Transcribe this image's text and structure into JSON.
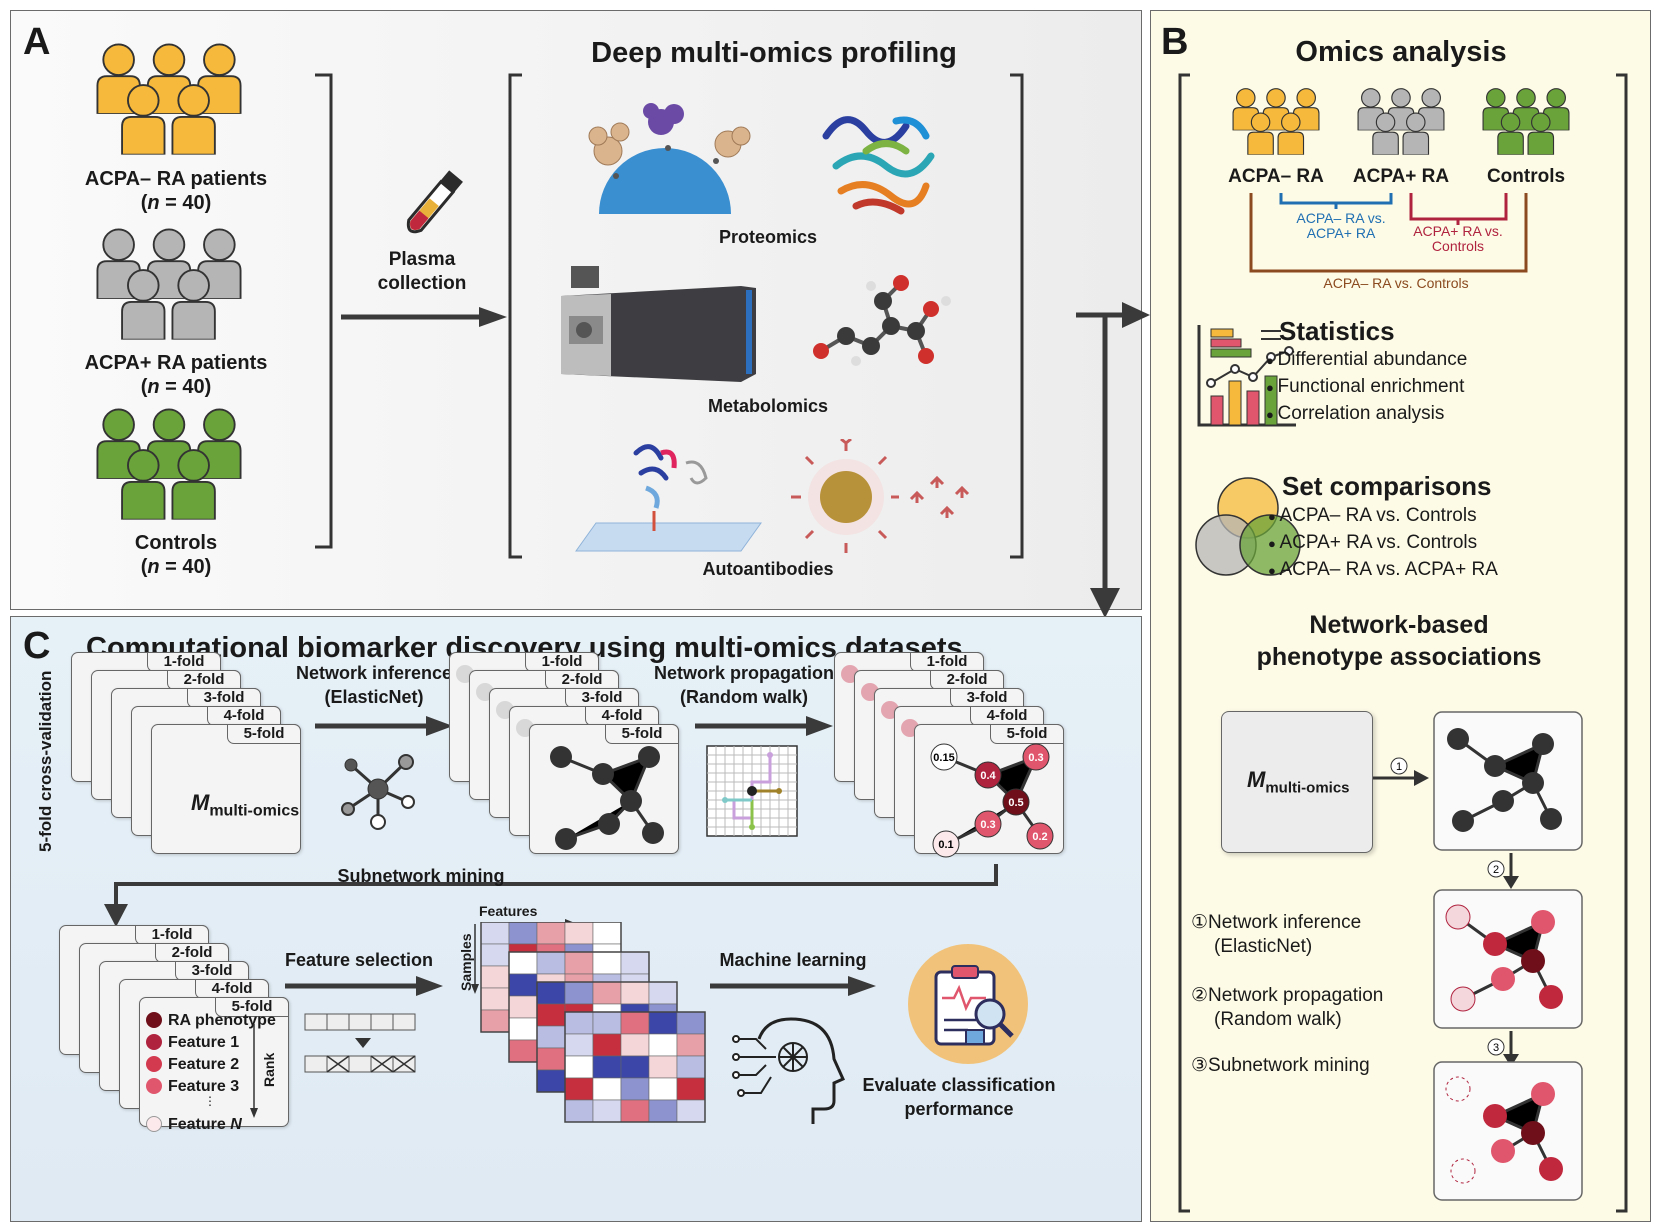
{
  "panelA": {
    "letter": "A",
    "groups": [
      {
        "label": "ACPA– RA patients",
        "n_prefix": "(",
        "n_var": "n",
        "n_value": " = 40)",
        "color": "#f6b93b"
      },
      {
        "label": "ACPA+ RA patients",
        "n_prefix": "(",
        "n_var": "n",
        "n_value": " = 40)",
        "color": "#b5b5b5"
      },
      {
        "label": "Controls",
        "n_prefix": "(",
        "n_var": "n",
        "n_value": " = 40)",
        "color": "#6aa33a"
      }
    ],
    "plasma_line1": "Plasma",
    "plasma_line2": "collection",
    "profiling_title": "Deep multi-omics profiling",
    "omics": [
      "Proteomics",
      "Metabolomics",
      "Autoantibodies"
    ]
  },
  "panelB": {
    "letter": "B",
    "title": "Omics analysis",
    "groups": [
      "ACPA– RA",
      "ACPA+ RA",
      "Controls"
    ],
    "comparisons": [
      {
        "line1": "ACPA– RA vs.",
        "line2": "ACPA+ RA",
        "color": "#1f6fb2"
      },
      {
        "line1": "ACPA+ RA vs.",
        "line2": "Controls",
        "color": "#b0233f"
      },
      {
        "line1": "ACPA– RA vs. Controls",
        "line2": "",
        "color": "#8b4a1f"
      }
    ],
    "statistics": {
      "title": "Statistics",
      "items": [
        "Differential abundance",
        "Functional enrichment",
        "Correlation analysis"
      ]
    },
    "sets": {
      "title": "Set comparisons",
      "items": [
        "ACPA– RA vs. Controls",
        "ACPA+ RA vs. Controls",
        "ACPA– RA vs. ACPA+ RA"
      ]
    },
    "network": {
      "title_line1": "Network-based",
      "title_line2": "phenotype associations",
      "matrix_m": "M",
      "matrix_sub": "multi-omics",
      "steps": [
        {
          "num": "①",
          "line1": "Network inference",
          "line2": "(ElasticNet)"
        },
        {
          "num": "②",
          "line1": "Network propagation",
          "line2": "(Random walk)"
        },
        {
          "num": "③",
          "line1": "Subnetwork mining",
          "line2": ""
        }
      ]
    }
  },
  "panelC": {
    "letter": "C",
    "title": "Computational biomarker discovery using multi-omics datasets",
    "cv_label": "5-fold cross-validation",
    "folds": [
      "1-fold",
      "2-fold",
      "3-fold",
      "4-fold",
      "5-fold"
    ],
    "matrix_m": "M",
    "matrix_sub": "multi-omics",
    "net_inference_line1": "Network inference",
    "net_inference_line2": "(ElasticNet)",
    "net_prop_line1": "Network propagation",
    "net_prop_line2": "(Random walk)",
    "node_scores": [
      "0.15",
      "0.4",
      "0.3",
      "0.5",
      "0.3",
      "0.1",
      "0.2"
    ],
    "subnetwork_mining": "Subnetwork mining",
    "rank_list": {
      "items": [
        "RA phenotype",
        "Feature 1",
        "Feature 2",
        "Feature 3"
      ],
      "last_prefix": "Feature ",
      "last_var": "N",
      "rank_label": "Rank"
    },
    "feature_selection": "Feature selection",
    "features_label": "Features",
    "samples_label": "Samples",
    "machine_learning": "Machine learning",
    "evaluate_line1": "Evaluate classification",
    "evaluate_line2": "performance"
  },
  "colors": {
    "yellow": "#f6b93b",
    "gray": "#b5b5b5",
    "green": "#6aa33a",
    "dark_red": "#6e0f1a",
    "red": "#c0283e",
    "pink": "#e0566c",
    "light_pink": "#f3d7dc",
    "blue_heat": "#3b46a8",
    "red_heat": "#cc3340"
  }
}
